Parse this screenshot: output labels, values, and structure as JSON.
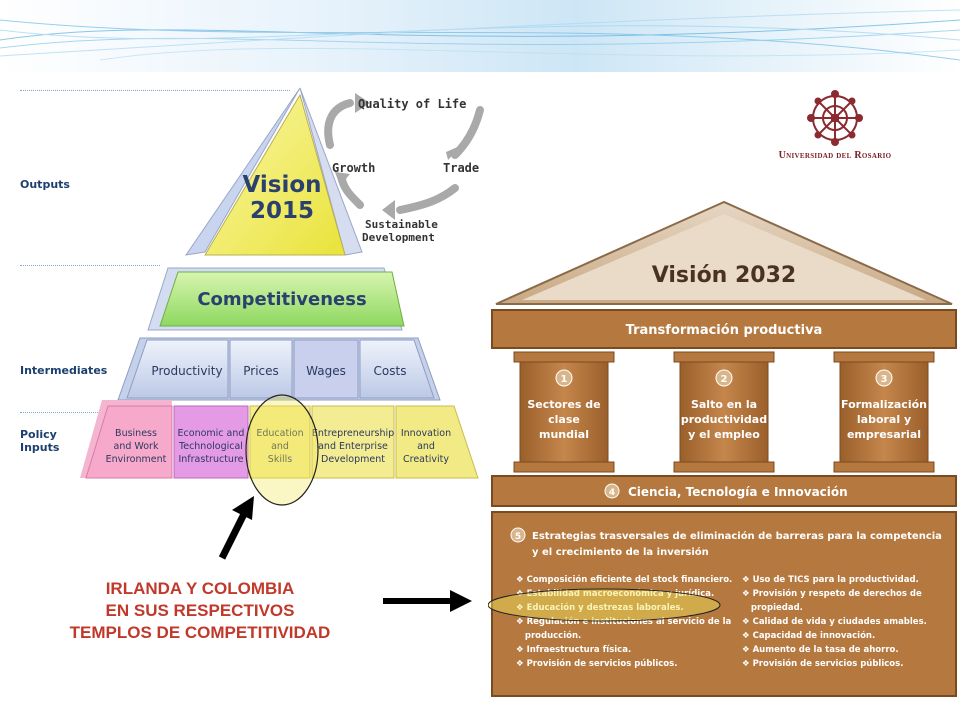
{
  "left_diagram": {
    "row_labels": {
      "outputs": "Outputs",
      "intermediates": "Intermediates",
      "policy_inputs_line1": "Policy",
      "policy_inputs_line2": "Inputs"
    },
    "apex_line1": "Vision",
    "apex_line2": "2015",
    "cycle": {
      "quality": "Quality of Life",
      "growth": "Growth",
      "trade": "Trade",
      "sustainable_line1": "Sustainable",
      "sustainable_line2": "Development"
    },
    "competitiveness": "Competitiveness",
    "intermediates": [
      "Productivity",
      "Prices",
      "Wages",
      "Costs"
    ],
    "policy_inputs": [
      [
        "Business",
        "and Work",
        "Environment"
      ],
      [
        "Economic and",
        "Technological",
        "Infrastructure"
      ],
      [
        "Education",
        "and",
        "Skills"
      ],
      [
        "Entrepreneurship",
        "and Enterprise",
        "Development"
      ],
      [
        "Innovation",
        "and",
        "Creativity"
      ]
    ]
  },
  "caption": {
    "line1": "IRLANDA Y COLOMBIA",
    "line2": "EN SUS RESPECTIVOS",
    "line3": "TEMPLOS DE COMPETITIVIDAD"
  },
  "logo": {
    "text": "Universidad del Rosario"
  },
  "temple": {
    "roof_title": "Visión 2032",
    "beam": "Transformación productiva",
    "pillars": [
      {
        "num": "1",
        "lines": [
          "Sectores de",
          "clase",
          "mundial"
        ]
      },
      {
        "num": "2",
        "lines": [
          "Salto en la",
          "productividad",
          "y el empleo"
        ]
      },
      {
        "num": "3",
        "lines": [
          "Formalización",
          "laboral y",
          "empresarial"
        ]
      }
    ],
    "base_num": "4",
    "base": "Ciencia, Tecnología e Innovación",
    "strategies_num": "5",
    "strategies_title_line1": "Estrategias trasversales de eliminación de barreras para la competencia",
    "strategies_title_line2": "y el crecimiento de la inversión",
    "strategies_left": [
      "❖ Composición eficiente del stock financiero.",
      "❖ Estabilidad macroeconómica y jurídica.",
      "❖ Educación y destrezas laborales.",
      "❖ Regulación e instituciones al servicio de la",
      "   producción.",
      "❖ Infraestructura física.",
      "❖ Provisión de servicios públicos."
    ],
    "strategies_right": [
      "❖ Uso de TICS para la productividad.",
      "❖ Provisión y respeto de derechos de",
      "   propiedad.",
      "❖ Calidad de vida y ciudades amables.",
      "❖ Capacidad de innovación.",
      "❖ Aumento de la tasa de ahorro.",
      "❖ Provisión de servicios públicos."
    ]
  },
  "colors": {
    "temple_brown": "#b5783f",
    "temple_dark": "#8a5424",
    "caption_red": "#c0392b",
    "highlight_yellow": "#f3e75a",
    "label_blue": "#1c3f6e"
  }
}
